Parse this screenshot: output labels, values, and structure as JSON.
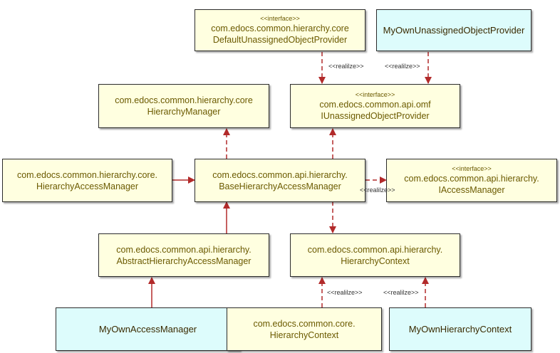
{
  "colors": {
    "note_fill": "#ffffe0",
    "custom_fill": "#ddfcfc",
    "border": "#2b2b2b",
    "edge": "#b22a2a",
    "text": "#6b5a00"
  },
  "nodes": {
    "default_provider": {
      "stereotype": "<<interface>>",
      "line1": "com.edocs.common.hierarchy.core",
      "line2": "DefaultUnassignedObjectProvider"
    },
    "my_provider": {
      "line1": "MyOwnUnassignedObjectProvider"
    },
    "hierarchy_manager": {
      "line1": "com.edocs.common.hierarchy.core",
      "line2": "HierarchyManager"
    },
    "iunassigned": {
      "stereotype": "<<interface>>",
      "line1": "com.edocs.common.api.omf",
      "line2": "IUnassignedObjectProvider"
    },
    "core_access_mgr": {
      "line1": "com.edocs.common.hierarchy.core.",
      "line2": "HierarchyAccessManager"
    },
    "base_access_mgr": {
      "line1": "com.edocs.common.api.hierarchy.",
      "line2": "BaseHierarchyAccessManager"
    },
    "iaccess_mgr": {
      "stereotype": "<<interface>>",
      "line1": "com.edocs.common.api.hierarchy.",
      "line2": "IAccessManager"
    },
    "abstract_access_mgr": {
      "line1": "com.edocs.common.api.hierarchy.",
      "line2": "AbstractHierarchyAccessManager"
    },
    "hierarchy_context": {
      "line1": "com.edocs.common.api.hierarchy.",
      "line2": "HierarchyContext"
    },
    "my_access_mgr": {
      "line1": "MyOwnAccessManager"
    },
    "core_context": {
      "line1": "com.edocs.common.core.",
      "line2": "HierarchyContext"
    },
    "my_context": {
      "line1": "MyOwnHierarchyContext"
    }
  },
  "edge_labels": {
    "default_realize": "<<realilze>>",
    "my_provider_realize": "<<realilze>>",
    "base_realize": "<<realilze>>",
    "core_context_realize": "<<realilze>>",
    "my_context_realize": "<<realilze>>"
  }
}
